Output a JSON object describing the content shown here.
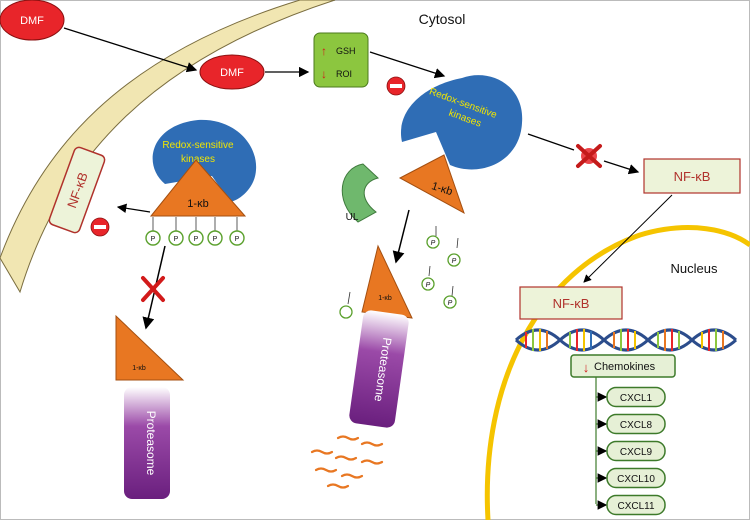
{
  "compartments": {
    "cytosol": "Cytosol",
    "nucleus": "Nucleus"
  },
  "molecules": {
    "dmf_outside": "DMF",
    "dmf_inside": "DMF",
    "gsh": "GSH",
    "roi": "ROI",
    "ikb_left": "1-κb",
    "ikb_middle": "1-κb",
    "ikb_degraded_middle": "1-κb",
    "ikb_degraded_left": "1-κb",
    "ul": "UL",
    "phospho": "P"
  },
  "kinases": {
    "left": [
      "Redox-sensitive",
      "kinases"
    ],
    "right": [
      "Redox-sensitive",
      "kinases"
    ]
  },
  "nfkb": {
    "sequestered": "NF-κB",
    "cytosolic": "NF-κB",
    "nuclear": "NF-κB"
  },
  "proteasome": {
    "left": "Proteasome",
    "middle": "Proteasome"
  },
  "nucleus_content": {
    "chemokines": "Chemokines",
    "cxcl": [
      "CXCL1",
      "CXCL8",
      "CXCL9",
      "CXCL10",
      "CXCL11"
    ]
  },
  "colors": {
    "dmf_red": "#e8252a",
    "kinase_blue": "#2f6db5",
    "kinase_text": "#f2e600",
    "ikb_orange": "#e87722",
    "membrane_tan": "#f1e6b2",
    "nucleus_yellow": "#f5c400",
    "nfkb_fill": "#edf3d9",
    "nfkb_border": "#b0322c",
    "green_box": "#8cc63f",
    "cxcl_fill": "#e6f0d6",
    "cxcl_border": "#3d7a2a",
    "proteasome_purple": "#7b2b8f",
    "ul_green": "#6fb86d"
  }
}
